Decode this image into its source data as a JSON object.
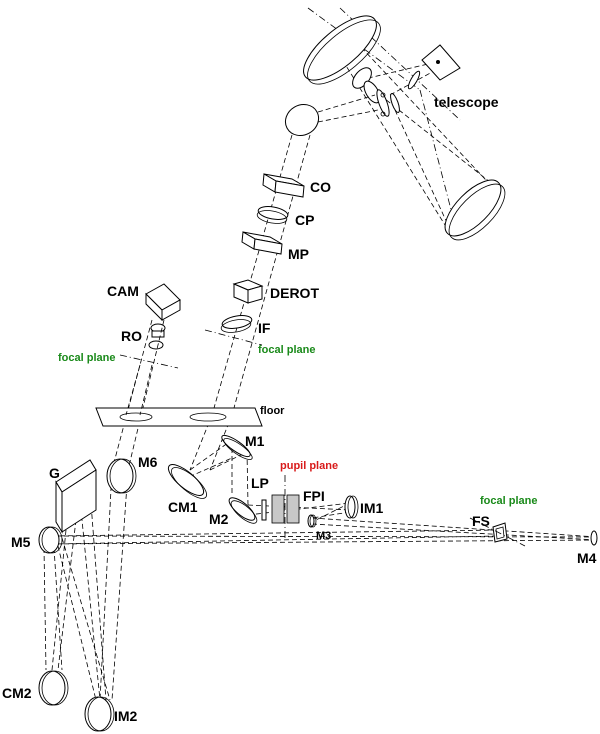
{
  "labels": {
    "telescope": "telescope",
    "co": "CO",
    "cp": "CP",
    "mp": "MP",
    "derot": "DEROT",
    "if": "IF",
    "cam": "CAM",
    "ro": "RO",
    "focal_plane_left": "focal plane",
    "focal_plane_center": "focal plane",
    "focal_plane_right": "focal plane",
    "floor": "floor",
    "m1": "M1",
    "m2": "M2",
    "m3": "M3",
    "m4": "M4",
    "m5": "M5",
    "m6": "M6",
    "cm1": "CM1",
    "cm2": "CM2",
    "im1": "IM1",
    "im2": "IM2",
    "lp": "LP",
    "fpi": "FPI",
    "fs": "FS",
    "g": "G",
    "pupil_plane": "pupil plane"
  },
  "colors": {
    "focal_plane": "#1a8a1a",
    "pupil_plane": "#d81a1a",
    "lines": "#000000"
  }
}
